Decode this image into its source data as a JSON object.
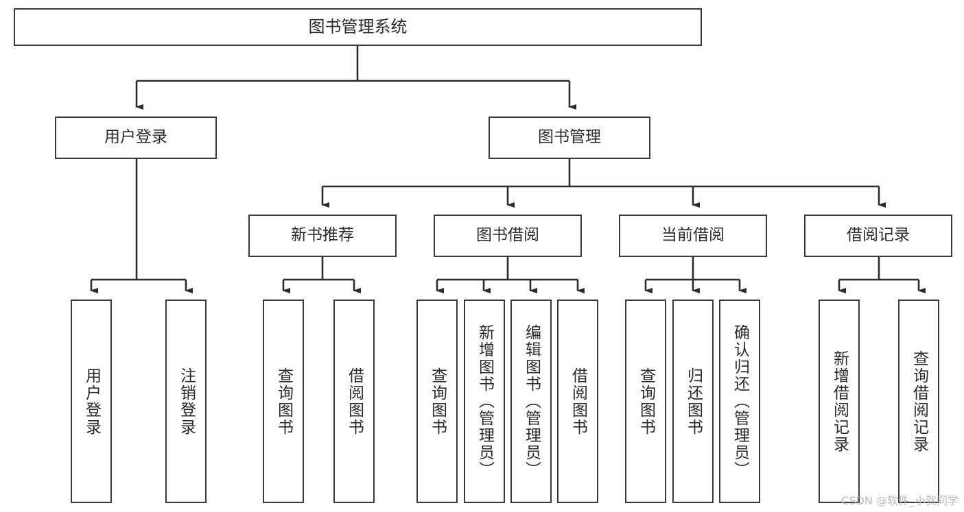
{
  "diagram": {
    "title": "图书管理系统",
    "type": "tree-hierarchy-chart",
    "watermark": "CSDN @软件_小贺同学",
    "colors": {
      "box_border": "#3a3a3a",
      "box_fill": "#ffffff",
      "text": "#2b2b2b",
      "edge": "#2b2b2b",
      "watermark": "#b9b9b9",
      "background": "#ffffff"
    },
    "levels": {
      "root": {
        "label": "图书管理系统"
      },
      "level1": [
        {
          "label": "用户登录"
        },
        {
          "label": "图书管理"
        }
      ],
      "level2": [
        {
          "label": "新书推荐"
        },
        {
          "label": "图书借阅"
        },
        {
          "label": "当前借阅"
        },
        {
          "label": "借阅记录"
        }
      ],
      "leaves": {
        "user_login": [
          {
            "label": "用户登录"
          },
          {
            "label": "注销登录"
          }
        ],
        "new_book_recommend": [
          {
            "label": "查询图书"
          },
          {
            "label": "借阅图书"
          }
        ],
        "book_borrow": [
          {
            "label": "查询图书"
          },
          {
            "label": "新增图书（管理员）"
          },
          {
            "label": "编辑图书（管理员）"
          },
          {
            "label": "借阅图书"
          }
        ],
        "current_borrow": [
          {
            "label": "查询图书"
          },
          {
            "label": "归还图书"
          },
          {
            "label": "确认归还（管理员）"
          }
        ],
        "borrow_record": [
          {
            "label": "新增借阅记录"
          },
          {
            "label": "查询借阅记录"
          }
        ]
      }
    }
  }
}
